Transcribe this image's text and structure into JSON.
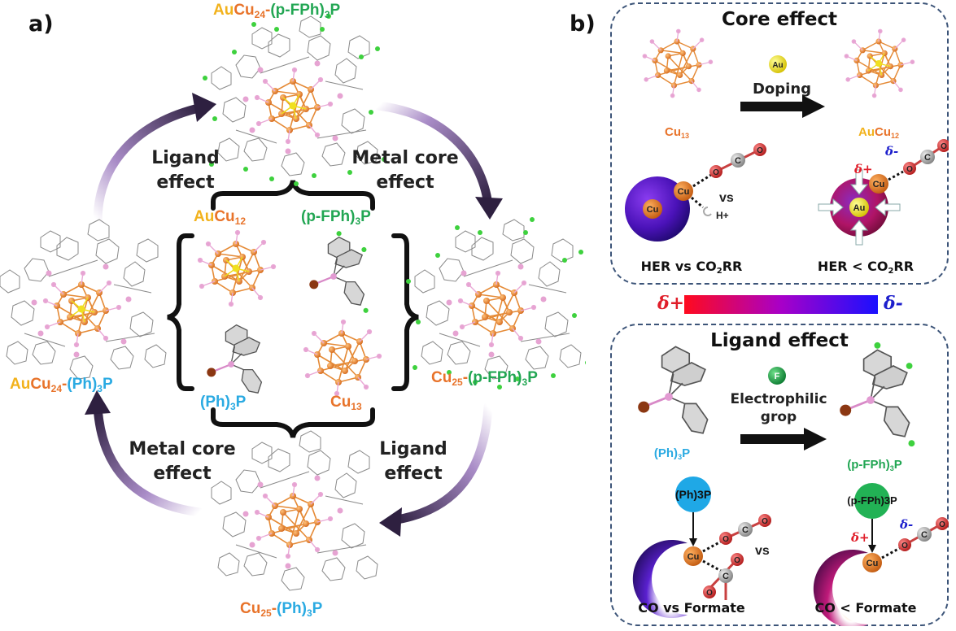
{
  "panel_a": {
    "label": "a)",
    "clusters": {
      "top": {
        "metal_au": "Au",
        "metal_cu": "Cu",
        "metal_sub": "24",
        "sep": "-",
        "ligand_pre": "(p-FPh)",
        "ligand_sub": "3",
        "ligand_post": "P"
      },
      "left": {
        "metal_au": "Au",
        "metal_cu": "Cu",
        "metal_sub": "24",
        "sep": "-",
        "ligand_pre": "(Ph)",
        "ligand_sub": "3",
        "ligand_post": "P"
      },
      "right": {
        "metal_cu": "Cu",
        "metal_sub": "25",
        "sep": "-",
        "ligand_pre": "(p-FPh)",
        "ligand_sub": "3",
        "ligand_post": "P"
      },
      "bottom": {
        "metal_cu": "Cu",
        "metal_sub": "25",
        "sep": "-",
        "ligand_pre": "(Ph)",
        "ligand_sub": "3",
        "ligand_post": "P"
      }
    },
    "center": {
      "aucu12": {
        "au": "Au",
        "cu": "Cu",
        "sub": "12"
      },
      "pfph3p": {
        "pre": "(p-FPh)",
        "sub": "3",
        "post": "P"
      },
      "ph3p": {
        "pre": "(Ph)",
        "sub": "3",
        "post": "P"
      },
      "cu13": {
        "cu": "Cu",
        "sub": "13"
      }
    },
    "arrow_labels": {
      "top_left": [
        "Ligand",
        "effect"
      ],
      "top_right": [
        "Metal core",
        "effect"
      ],
      "bottom_left": [
        "Metal core",
        "effect"
      ],
      "bottom_right": [
        "Ligand",
        "effect"
      ]
    }
  },
  "panel_b": {
    "label": "b)",
    "core_effect": {
      "title": "Core effect",
      "dopant": "Au",
      "arrow_label": "Doping",
      "left_label": {
        "cu": "Cu",
        "sub": "13"
      },
      "right_label": {
        "au": "Au",
        "cu": "Cu",
        "sub": "12"
      },
      "left_scheme": {
        "atom_outer": "Cu",
        "atom_inner": "Cu",
        "vs": "vs",
        "proton": "H+"
      },
      "right_scheme": {
        "atom_center": "Au",
        "atom_surface": "Cu",
        "delta_plus": "δ+",
        "delta_minus": "δ-"
      },
      "co2_atoms": [
        "O",
        "C",
        "O"
      ],
      "left_caption": {
        "pre": "HER vs CO",
        "sub": "2",
        "post": "RR"
      },
      "right_caption": {
        "pre": "HER < CO",
        "sub": "2",
        "post": "RR"
      }
    },
    "charge_scale": {
      "left": "δ+",
      "right": "δ-",
      "colors": [
        "#ff0a1e",
        "#a800c8",
        "#1a10ff"
      ]
    },
    "ligand_effect": {
      "title": "Ligand effect",
      "substituent": "F",
      "arrow_label": [
        "Electrophilic",
        "grop"
      ],
      "left_label": {
        "pre": "(Ph)",
        "sub": "3",
        "post": "P"
      },
      "right_label": {
        "pre": "(p-FPh)",
        "sub": "3",
        "post": "P"
      },
      "left_scheme": {
        "ligand": "(Ph)3P",
        "metal": "Cu",
        "vs": "vs"
      },
      "right_scheme": {
        "ligand": "(p-FPh)3P",
        "metal": "Cu",
        "delta_plus": "δ+",
        "delta_minus": "δ-"
      },
      "left_caption": "CO vs Formate",
      "right_caption": "CO < Formate"
    }
  },
  "colors": {
    "au": "#f2b21c",
    "cu": "#e8732a",
    "ph": "#2aaae2",
    "fph": "#22a653",
    "arrow_dark": "#2e2040",
    "arrow_light": "#b79bd3",
    "box_border": "#3c5478"
  }
}
